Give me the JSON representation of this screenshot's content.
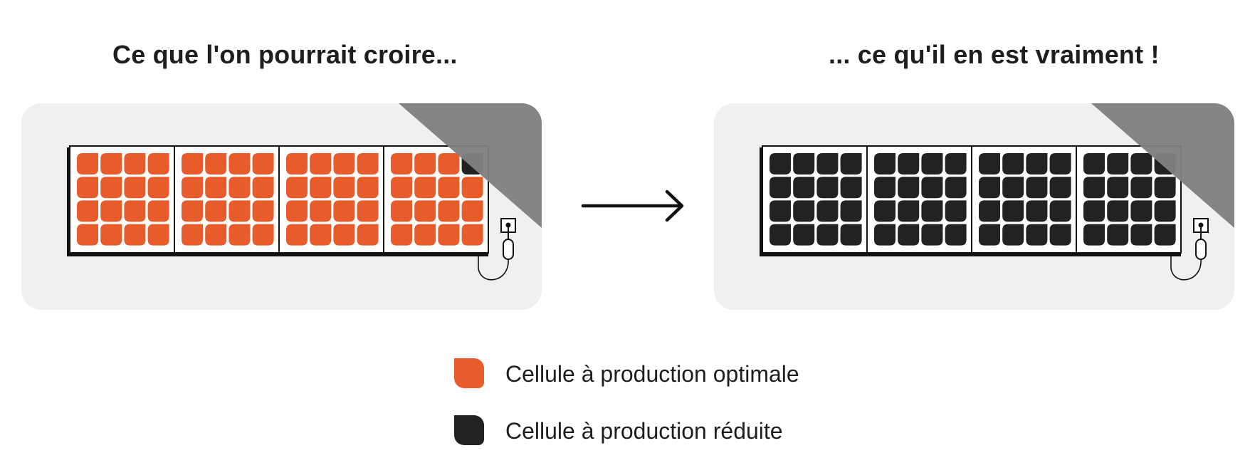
{
  "titles": {
    "left": "Ce que l'on pourrait croire...",
    "right": "... ce qu'il en est vraiment !"
  },
  "colors": {
    "optimal": "#e85c2c",
    "reduced": "#222222",
    "panel_bg": "#f0f0f0",
    "shadow": "#808080"
  },
  "scenarios": {
    "left": {
      "module_count": 4,
      "cell_rows": 4,
      "cell_cols": 4,
      "reduced_cells": [
        [
          3,
          0,
          3
        ]
      ]
    },
    "right": {
      "module_count": 4,
      "cell_rows": 4,
      "cell_cols": 4,
      "reduced_cells": "all"
    }
  },
  "legend": [
    {
      "label": "Cellule à production optimale",
      "color_key": "optimal"
    },
    {
      "label": "Cellule à production réduite",
      "color_key": "reduced"
    }
  ],
  "icons": {
    "arrow": "arrow-right-icon",
    "socket": "power-socket-icon",
    "plug": "plug-icon"
  }
}
